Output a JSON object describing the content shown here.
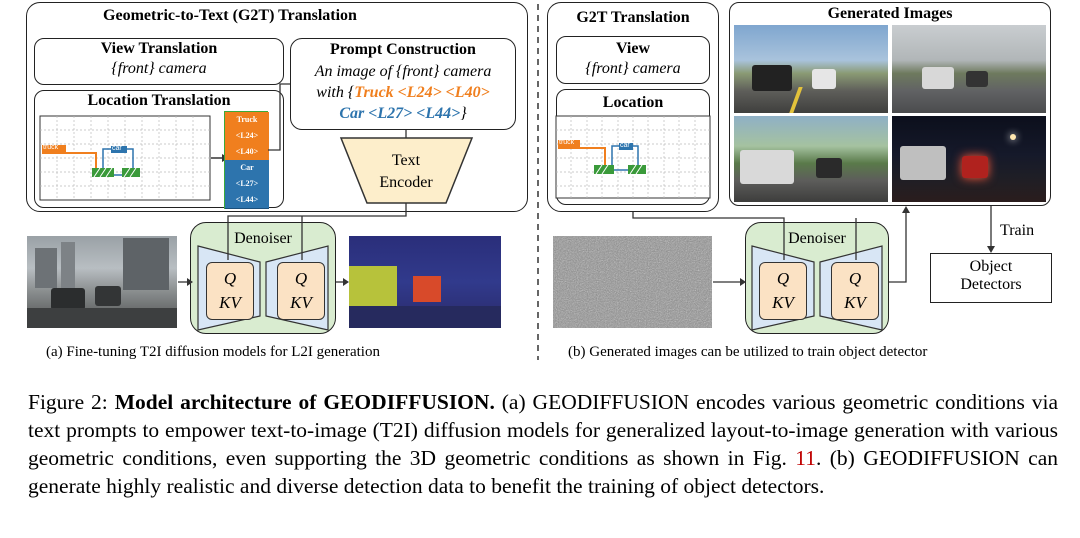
{
  "left_panel": {
    "g2t_title": "Geometric-to-Text (G2T) Translation",
    "view_translation": {
      "title": "View Translation",
      "subtitle": "{front} camera"
    },
    "location_translation": {
      "title": "Location Translation",
      "label_truck": "truck",
      "label_car": "car"
    },
    "tokens": [
      "Truck",
      "<L24>",
      "<L40>",
      "Car",
      "<L27>",
      "<L44>"
    ],
    "prompt_construction": {
      "title": "Prompt Construction",
      "line1": "An image of {front} camera",
      "line2_prefix": "with {",
      "truck_part": "Truck <L24> <L40>",
      "car_part": "Car <L27> <L44>",
      "line3_suffix": "}"
    },
    "text_encoder": {
      "line1": "Text",
      "line2": "Encoder"
    },
    "denoiser_label": "Denoiser",
    "qkv": {
      "q": "Q",
      "kv": "KV"
    },
    "subcaption": "(a) Fine-tuning T2I diffusion models for L2I generation"
  },
  "right_panel": {
    "g2t_title": "G2T Translation",
    "view": {
      "title": "View",
      "subtitle": "{front} camera"
    },
    "location": {
      "title": "Location",
      "label_truck": "truck",
      "label_car": "car"
    },
    "generated_images_title": "Generated Images",
    "denoiser_label": "Denoiser",
    "qkv": {
      "q": "Q",
      "kv": "KV"
    },
    "train_label": "Train",
    "object_detectors": {
      "line1": "Object",
      "line2": "Detectors"
    },
    "subcaption": "(b) Generated images can be utilized to train object detector"
  },
  "caption": {
    "fig_label": "Figure 2:",
    "bold_prefix": "Model architecture of ",
    "name_a": "G",
    "name_b": "EO",
    "name_c": "D",
    "name_d": "IFFUSION",
    "bold_suffix": ".",
    "part1": " (a) ",
    "part2": " encodes various geometric conditions via text prompts to empower text-to-image (T2I) diffusion models for generalized layout-to-image generation with various geometric conditions, even supporting the 3D geometric conditions as shown in Fig. ",
    "fig_ref": "11",
    "part3": ". (b) ",
    "part4": " can generate highly realistic and diverse detection data to benefit the training of object detectors."
  },
  "colors": {
    "orange": "#f07f1e",
    "blue": "#2d74ad",
    "denoiser_green": "#d9ecd0",
    "unet_blue": "#d8e6f5",
    "qkv_peach": "#fbe2c4",
    "encoder_yellow": "#fdeecb",
    "ref_red": "#c00000"
  }
}
